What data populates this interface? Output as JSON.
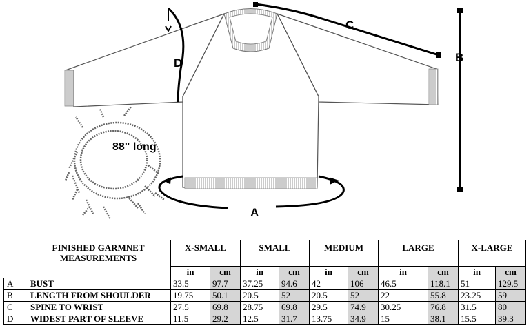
{
  "diagram": {
    "labels": {
      "a": "A",
      "b": "B",
      "c": "C",
      "d": "D"
    },
    "scarf_note": "88\" long"
  },
  "table": {
    "title_line1": "FINISHED GARMNET",
    "title_line2": "MEASUREMENTS",
    "sizes": [
      "X-SMALL",
      "SMALL",
      "MEDIUM",
      "LARGE",
      "X-LARGE"
    ],
    "unit_in": "in",
    "unit_cm": "cm",
    "rows": [
      {
        "letter": "A",
        "name": "BUST",
        "values": [
          "33.5",
          "97.7",
          "37.25",
          "94.6",
          "42",
          "106",
          "46.5",
          "118.1",
          "51",
          "129.5"
        ]
      },
      {
        "letter": "B",
        "name": "LENGTH FROM SHOULDER",
        "values": [
          "19.75",
          "50.1",
          "20.5",
          "52",
          "20.5",
          "52",
          "22",
          "55.8",
          "23.25",
          "59"
        ]
      },
      {
        "letter": "C",
        "name": "SPINE TO WRIST",
        "values": [
          "27.5",
          "69.8",
          "28.75",
          "69.8",
          "29.5",
          "74.9",
          "30.25",
          "76.8",
          "31.5",
          "80"
        ]
      },
      {
        "letter": "D",
        "name": "WIDEST PART OF SLEEVE",
        "values": [
          "11.5",
          "29.2",
          "12.5",
          "31.7",
          "13.75",
          "34.9",
          "15",
          "38.1",
          "15.5",
          "39.3"
        ]
      }
    ]
  }
}
